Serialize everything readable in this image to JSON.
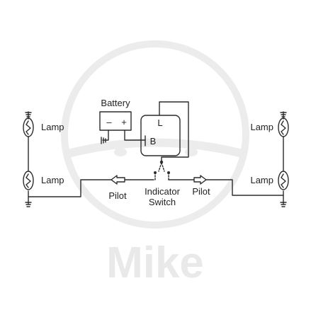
{
  "labels": {
    "battery": "Battery",
    "battery_minus": "–",
    "battery_plus": "+",
    "relay_l": "L",
    "relay_b": "B",
    "lamp_left_top": "Lamp",
    "lamp_left_bottom": "Lamp",
    "lamp_right_top": "Lamp",
    "lamp_right_bottom": "Lamp",
    "pilot_left": "Pilot",
    "pilot_right": "Pilot",
    "indicator_line1": "Indicator",
    "indicator_line2": "Switch",
    "watermark": "Mike"
  },
  "colors": {
    "line": "#2b2b2b",
    "watermark": "#e6e6e6"
  }
}
